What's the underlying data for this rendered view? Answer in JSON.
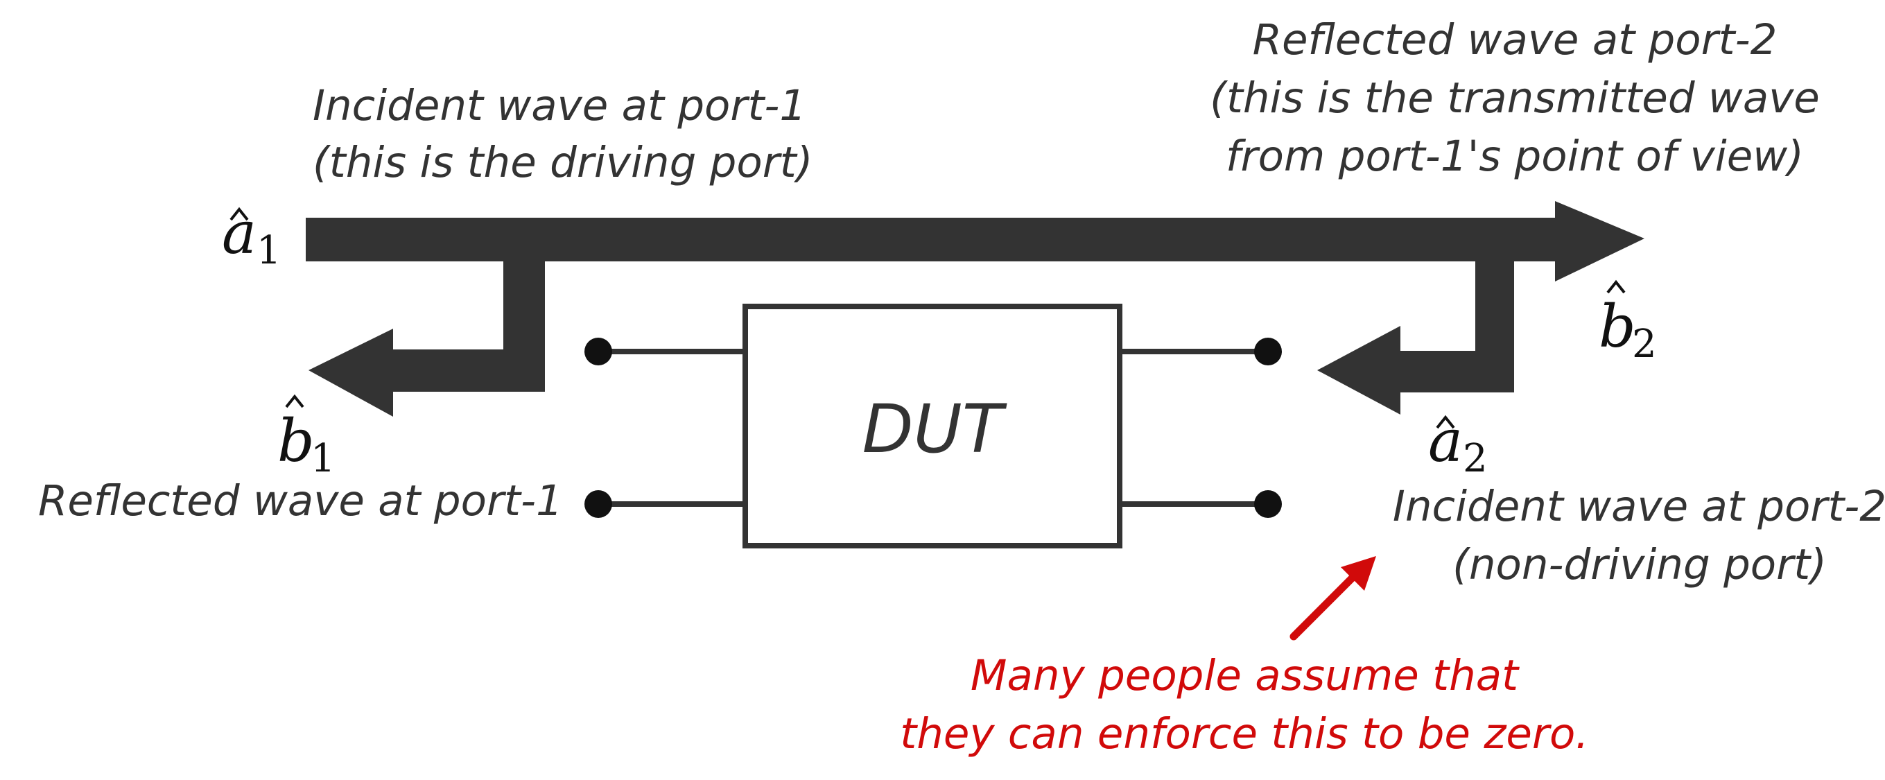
{
  "dut": {
    "label": "DUT"
  },
  "symbols": {
    "a1": {
      "letter": "a",
      "subscript": "1"
    },
    "b1": {
      "letter": "b",
      "subscript": "1"
    },
    "a2": {
      "letter": "a",
      "subscript": "2"
    },
    "b2": {
      "letter": "b",
      "subscript": "2"
    }
  },
  "captions": {
    "incident_port1": [
      "Incident wave at port-1",
      "(this is the driving port)"
    ],
    "reflected_port1": [
      "Reflected wave at port-1"
    ],
    "reflected_port2": [
      "Reflected wave at port-2",
      "(this is the transmitted wave",
      "from port-1's point of view)"
    ],
    "incident_port2": [
      "Incident wave at port-2",
      "(non-driving port)"
    ]
  },
  "annotation": {
    "lines": [
      "Many people assume that",
      "they can enforce this to be zero."
    ]
  },
  "colors": {
    "arrow": "#333333",
    "annotation": "#d10a0a",
    "outline": "#333333"
  }
}
